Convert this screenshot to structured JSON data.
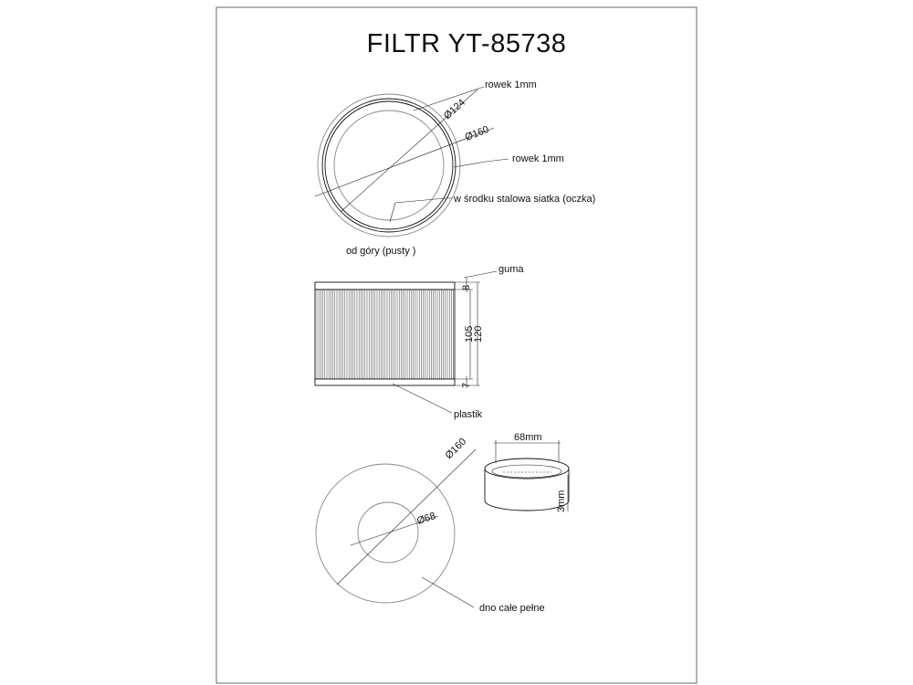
{
  "title": "FILTR YT-85738",
  "top_view": {
    "groove_label_1": "rowek 1mm",
    "dim_inner": "Ø124",
    "dim_outer": "Ø160",
    "groove_label_2": "rowek 1mm",
    "mesh_label": "w środku stalowa siatka (oczka)",
    "caption": "od góry (pusty )"
  },
  "side_view": {
    "rubber_label": "guma",
    "plastic_label": "plastik",
    "dim_rubber": "8",
    "dim_body": "105",
    "dim_total": "120",
    "dim_plastic": "7"
  },
  "bottom_view": {
    "dim_outer": "Ø160",
    "dim_hole": "Ø68",
    "caption": "dno całe pełne"
  },
  "ring_detail": {
    "dim_diameter": "68mm",
    "dim_height": "3mm"
  }
}
